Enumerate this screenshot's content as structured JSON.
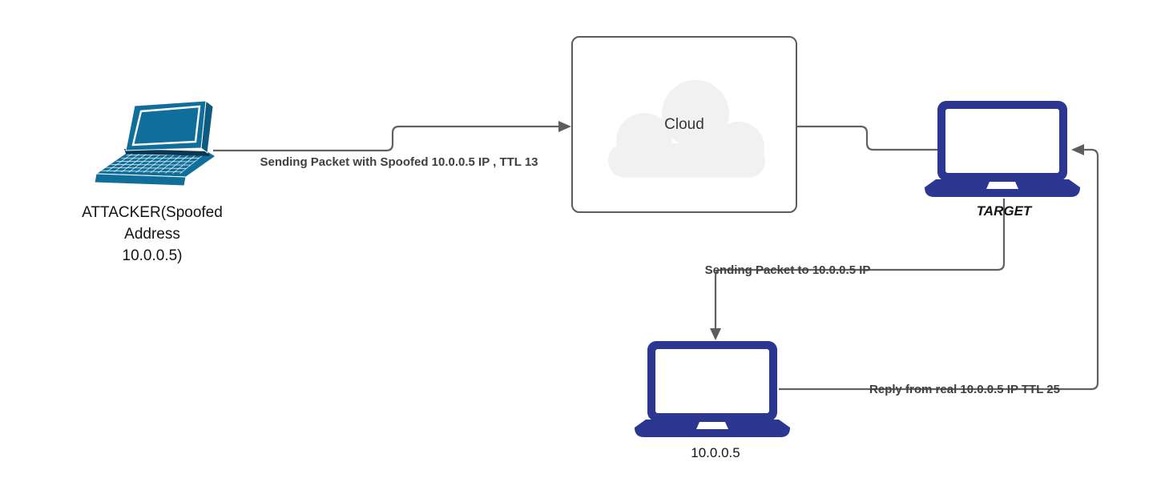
{
  "diagram": {
    "type": "network-attack-flow",
    "palette": {
      "background": "#ffffff",
      "connector": "#616161",
      "edge_label_text": "#3f3f3f",
      "node_label_text": "#141414",
      "attacker_laptop_fill": "#106f9a",
      "laptop_fill": "#2b3790",
      "cloud_fill": "#f1f1f2",
      "cloud_box_border": "#5c5c5c"
    },
    "nodes": {
      "attacker": {
        "icon": "laptop-perspective-icon",
        "label_lines": [
          "ATTACKER(Spoofed",
          "Address",
          "10.0.0.5)"
        ]
      },
      "cloud": {
        "icon": "cloud-icon",
        "label": "Cloud"
      },
      "target": {
        "icon": "laptop-front-icon",
        "label": "TARGET"
      },
      "real_host": {
        "icon": "laptop-front-icon",
        "label": "10.0.0.5"
      }
    },
    "edges": [
      {
        "id": "attacker-to-cloud",
        "from": "attacker",
        "to": "cloud",
        "label": "Sending Packet with Spoofed 10.0.0.5 IP , TTL 13",
        "arrowhead": "right"
      },
      {
        "id": "cloud-to-target",
        "from": "cloud",
        "to": "target",
        "label": "",
        "arrowhead": "none"
      },
      {
        "id": "target-to-real-host",
        "from": "target",
        "to": "real_host",
        "label": "Sending Packet to 10.0.0.5 IP",
        "arrowhead": "down"
      },
      {
        "id": "real-host-to-target",
        "from": "real_host",
        "to": "target",
        "label": "Reply from real 10.0.0.5 IP TTL 25",
        "arrowhead": "left"
      }
    ]
  }
}
